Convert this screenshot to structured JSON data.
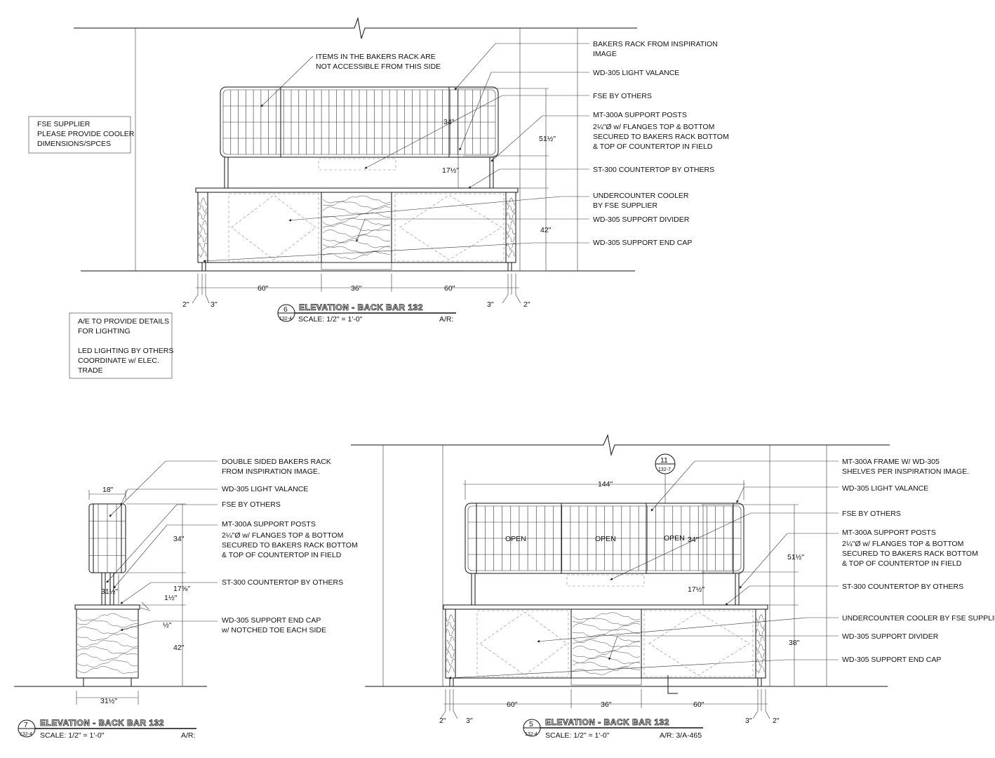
{
  "elev6": {
    "labels": [
      "ITEMS IN THE BAKERS RACK ARE",
      "NOT ACCESSIBLE FROM THIS SIDE",
      "BAKERS RACK FROM INSPIRATION",
      "IMAGE",
      "WD-305 LIGHT VALANCE",
      "FSE BY OTHERS",
      "MT-300A SUPPORT POSTS",
      "2¼\"Ø w/ FLANGES TOP & BOTTOM",
      "SECURED TO BAKERS RACK BOTTOM",
      "& TOP OF COUNTERTOP IN FIELD",
      "ST-300 COUNTERTOP BY OTHERS",
      "UNDERCOUNTER COOLER",
      "BY FSE SUPPLIER",
      "WD-305 SUPPORT DIVIDER",
      "WD-305 SUPPORT END CAP"
    ],
    "dims": [
      "34\"",
      "51½\"",
      "17½\"",
      "42\"",
      "60\"",
      "36\"",
      "60\"",
      "2\"",
      "3\"",
      "3\"",
      "2\""
    ],
    "title": {
      "num": "6",
      "sheet": "132-4",
      "name": "ELEVATION - BACK BAR 132",
      "scale": "SCALE: 1/2\" = 1'-0\"",
      "ar": "A/R:"
    }
  },
  "notes": {
    "fse": [
      "FSE SUPPLIER",
      "PLEASE PROVIDE COOLER",
      "DIMENSIONS/SPCES"
    ],
    "lighting": [
      "A/E TO PROVIDE DETAILS",
      "FOR LIGHTING",
      "",
      "LED LIGHTING BY OTHERS",
      "COORDINATE w/ ELEC.",
      "TRADE"
    ]
  },
  "elev7": {
    "labels": [
      "DOUBLE SIDED BAKERS RACK",
      "FROM INSPIRATION IMAGE.",
      "WD-305 LIGHT VALANCE",
      "FSE BY OTHERS",
      "MT-300A SUPPORT POSTS",
      "2¼\"Ø w/ FLANGES TOP & BOTTOM",
      "SECURED TO BAKERS RACK BOTTOM",
      "& TOP OF COUNTERTOP IN FIELD",
      "ST-300 COUNTERTOP BY OTHERS",
      "WD-305 SUPPORT END CAP",
      "w/ NOTCHED TOE EACH SIDE"
    ],
    "dims": [
      "18\"",
      "34\"",
      "31½\"",
      "17⅝\"",
      "1½\"",
      "½\"",
      "42\"",
      "31½\""
    ],
    "title": {
      "num": "7",
      "sheet": "132-4",
      "name": "ELEVATION - BACK BAR 132",
      "scale": "SCALE: 1/2\" = 1'-0\"",
      "ar": "A/R:"
    }
  },
  "elev5": {
    "callout": {
      "num": "11",
      "sheet": "132-7"
    },
    "labels": [
      "MT-300A FRAME W/ WD-305",
      "SHELVES PER INSPIRATION IMAGE.",
      "WD-305 LIGHT VALANCE",
      "FSE BY OTHERS",
      "MT-300A SUPPORT POSTS",
      "2¼\"Ø w/ FLANGES TOP & BOTTOM",
      "SECURED TO BAKERS RACK BOTTOM",
      "& TOP OF COUNTERTOP IN FIELD",
      "ST-300 COUNTERTOP BY OTHERS",
      "UNDERCOUNTER COOLER BY FSE SUPPLIER",
      "WD-305 SUPPORT DIVIDER",
      "WD-305 SUPPORT END CAP"
    ],
    "open": [
      "OPEN",
      "OPEN",
      "OPEN"
    ],
    "dims": [
      "144\"",
      "34\"",
      "51½\"",
      "17½\"",
      "38\"",
      "60\"",
      "36\"",
      "60\"",
      "2\"",
      "3\"",
      "3\"",
      "2\""
    ],
    "title": {
      "num": "5",
      "sheet": "132-4",
      "name": "ELEVATION - BACK BAR 132",
      "scale": "SCALE: 1/2\" = 1'-0\"",
      "ar": "A/R: 3/A-465"
    }
  }
}
